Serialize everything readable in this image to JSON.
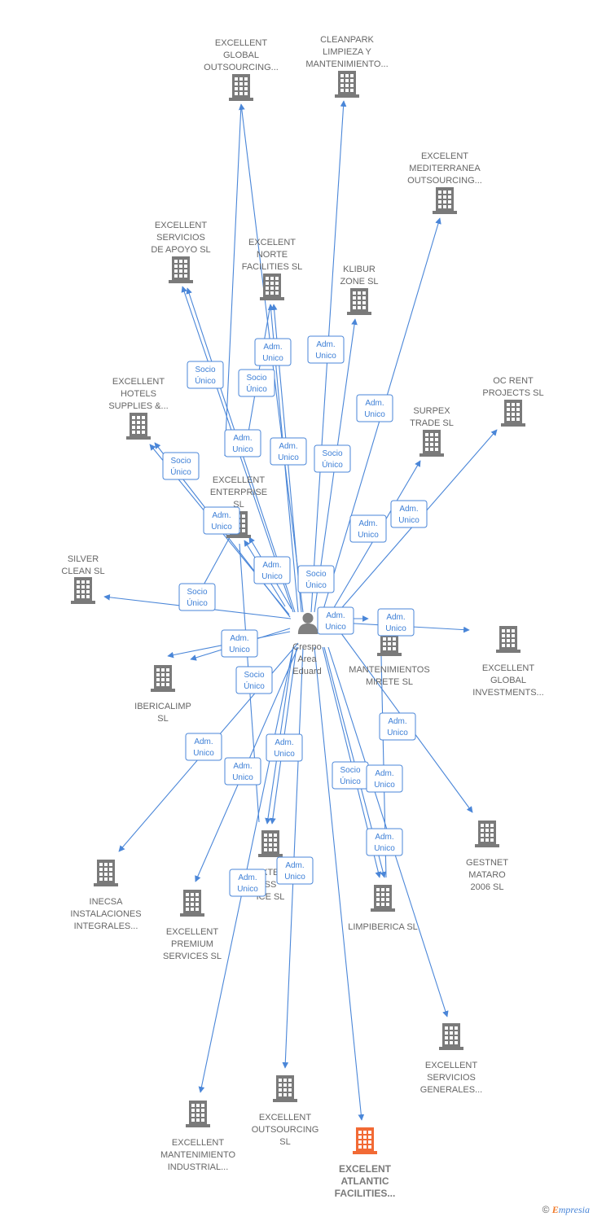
{
  "colors": {
    "edge": "#4a86d8",
    "building": "#7a7a7a",
    "highlight_building": "#f26a35",
    "person": "#808080",
    "label": "#666666"
  },
  "center": {
    "id": "crespo",
    "label": [
      "Crespo",
      "Area",
      "Eduard"
    ],
    "icon": "person-icon"
  },
  "nodes": [
    {
      "id": "n1",
      "label": [
        "EXCELLENT",
        "GLOBAL",
        "OUTSOURCING..."
      ],
      "icon": "building-icon"
    },
    {
      "id": "n2",
      "label": [
        "CLEANPARK",
        "LIMPIEZA Y",
        "MANTENIMIENTO..."
      ],
      "icon": "building-icon"
    },
    {
      "id": "n3",
      "label": [
        "EXCELENT",
        "MEDITERRANEA",
        "OUTSOURCING..."
      ],
      "icon": "building-icon"
    },
    {
      "id": "n4",
      "label": [
        "EXCELLENT",
        "SERVICIOS",
        "DE APOYO  SL"
      ],
      "icon": "building-icon"
    },
    {
      "id": "n5",
      "label": [
        "EXCELENT",
        "NORTE",
        "FACILITIES  SL"
      ],
      "icon": "building-icon"
    },
    {
      "id": "n6",
      "label": [
        "KLIBUR",
        "ZONE  SL"
      ],
      "icon": "building-icon"
    },
    {
      "id": "n7",
      "label": [
        "EXCELLENT",
        "HOTELS",
        "SUPPLIES &..."
      ],
      "icon": "building-icon"
    },
    {
      "id": "n8",
      "label": [
        "SURPEX",
        "TRADE  SL"
      ],
      "icon": "building-icon"
    },
    {
      "id": "n9",
      "label": [
        "OC RENT",
        "PROJECTS  SL"
      ],
      "icon": "building-icon"
    },
    {
      "id": "n10",
      "label": [
        "EXCELLENT",
        "ENTERPRISE",
        "SL"
      ],
      "icon": "building-icon"
    },
    {
      "id": "n11",
      "label": [
        "SILVER",
        "CLEAN SL"
      ],
      "icon": "building-icon"
    },
    {
      "id": "n12",
      "label": [
        "MANTENIMIENTOS",
        "MIRETE SL"
      ],
      "icon": "building-icon"
    },
    {
      "id": "n13",
      "label": [
        "EXCELLENT",
        "GLOBAL",
        "INVESTMENTS..."
      ],
      "icon": "building-icon"
    },
    {
      "id": "n14",
      "label": [
        "IBERICALIMP",
        "SL"
      ],
      "icon": "building-icon"
    },
    {
      "id": "n15",
      "label": [
        "GESTNET",
        "MATARO",
        "2006 SL"
      ],
      "icon": "building-icon"
    },
    {
      "id": "n16",
      "label": [
        "INECSA",
        "INSTALACIONES",
        "INTEGRALES..."
      ],
      "icon": "building-icon"
    },
    {
      "id": "n17",
      "label": [
        "EXCELLENT",
        "PREMIUM",
        "SERVICES  SL"
      ],
      "icon": "building-icon"
    },
    {
      "id": "n18",
      "label": [
        "EXTER",
        "SS",
        "ICE  SL"
      ],
      "icon": "building-icon"
    },
    {
      "id": "n19",
      "label": [
        "LIMPIBERICA SL"
      ],
      "icon": "building-icon"
    },
    {
      "id": "n20",
      "label": [
        "EXCELLENT",
        "SERVICIOS",
        "GENERALES..."
      ],
      "icon": "building-icon"
    },
    {
      "id": "n21",
      "label": [
        "EXCELLENT",
        "OUTSOURCING",
        "SL"
      ],
      "icon": "building-icon"
    },
    {
      "id": "n22",
      "label": [
        "EXCELLENT",
        "MANTENIMIENTO",
        "INDUSTRIAL..."
      ],
      "icon": "building-icon"
    },
    {
      "id": "n23",
      "label": [
        "EXCELENT",
        "ATLANTIC",
        "FACILITIES..."
      ],
      "icon": "building-icon",
      "highlight": true
    }
  ],
  "badges": [
    {
      "label": [
        "Adm.",
        "Unico"
      ]
    },
    {
      "label": [
        "Adm.",
        "Unico"
      ]
    },
    {
      "label": [
        "Socio",
        "Único"
      ]
    },
    {
      "label": [
        "Socio",
        "Único"
      ]
    },
    {
      "label": [
        "Adm.",
        "Unico"
      ]
    },
    {
      "label": [
        "Adm.",
        "Unico"
      ]
    },
    {
      "label": [
        "Adm.",
        "Unico"
      ]
    },
    {
      "label": [
        "Socio",
        "Único"
      ]
    },
    {
      "label": [
        "Socio",
        "Único"
      ]
    },
    {
      "label": [
        "Adm.",
        "Unico"
      ]
    },
    {
      "label": [
        "Adm.",
        "Unico"
      ]
    },
    {
      "label": [
        "Adm.",
        "Unico"
      ]
    },
    {
      "label": [
        "Adm.",
        "Unico"
      ]
    },
    {
      "label": [
        "Socio",
        "Único"
      ]
    },
    {
      "label": [
        "Socio",
        "Único"
      ]
    },
    {
      "label": [
        "Adm.",
        "Unico"
      ]
    },
    {
      "label": [
        "Adm.",
        "Unico"
      ]
    },
    {
      "label": [
        "Adm.",
        "Unico"
      ]
    },
    {
      "label": [
        "Socio",
        "Único"
      ]
    },
    {
      "label": [
        "Adm.",
        "Unico"
      ]
    },
    {
      "label": [
        "Adm.",
        "Unico"
      ]
    },
    {
      "label": [
        "Adm.",
        "Unico"
      ]
    },
    {
      "label": [
        "Adm.",
        "Unico"
      ]
    },
    {
      "label": [
        "Socio",
        "Único"
      ]
    },
    {
      "label": [
        "Adm.",
        "Unico"
      ]
    },
    {
      "label": [
        "Adm.",
        "Unico"
      ]
    },
    {
      "label": [
        "Adm.",
        "Unico"
      ]
    },
    {
      "label": [
        "Adm.",
        "Unico"
      ]
    }
  ],
  "footer": {
    "copyright": "©",
    "brand_first": "E",
    "brand_rest": "mpresia"
  }
}
